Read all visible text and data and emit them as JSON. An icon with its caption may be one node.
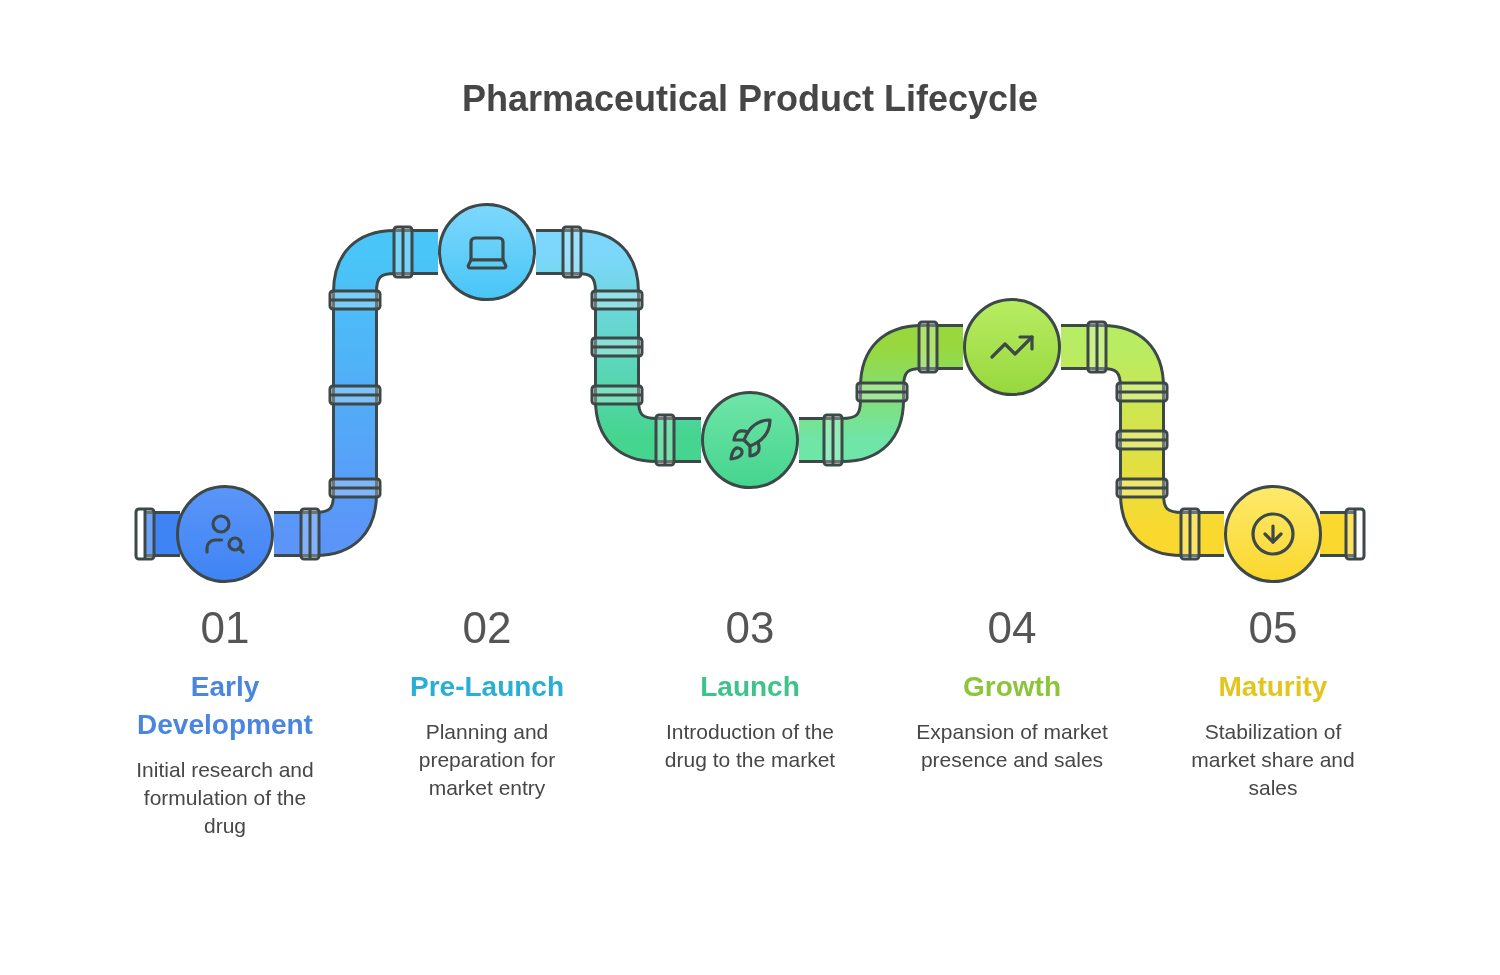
{
  "diagram": {
    "title": "Pharmaceutical Product Lifecycle",
    "nodes": [
      {
        "text": [],
        "shape": "circle",
        "beside": [
          "01",
          "Early Development",
          "Initial research and formulation of the drug"
        ]
      },
      {
        "text": [],
        "shape": "circle",
        "beside": [
          "02",
          "Pre-Launch",
          "Planning and preparation for market entry"
        ]
      },
      {
        "text": [],
        "shape": "circle",
        "beside": [
          "03",
          "Launch",
          "Introduction of the drug to the market"
        ]
      },
      {
        "text": [],
        "shape": "circle",
        "beside": [
          "04",
          "Growth",
          "Expansion of market presence and sales"
        ]
      },
      {
        "text": [],
        "shape": "circle",
        "beside": [
          "05",
          "Maturity",
          "Stabilization of market share and sales"
        ]
      }
    ],
    "edges": [
      {
        "from": 0,
        "to": 1,
        "arrow": "none",
        "style": "thick"
      },
      {
        "from": 1,
        "to": 2,
        "arrow": "none",
        "style": "thick"
      },
      {
        "from": 2,
        "to": 3,
        "arrow": "none",
        "style": "thick"
      },
      {
        "from": 3,
        "to": 4,
        "arrow": "none",
        "style": "thick"
      }
    ]
  }
}
